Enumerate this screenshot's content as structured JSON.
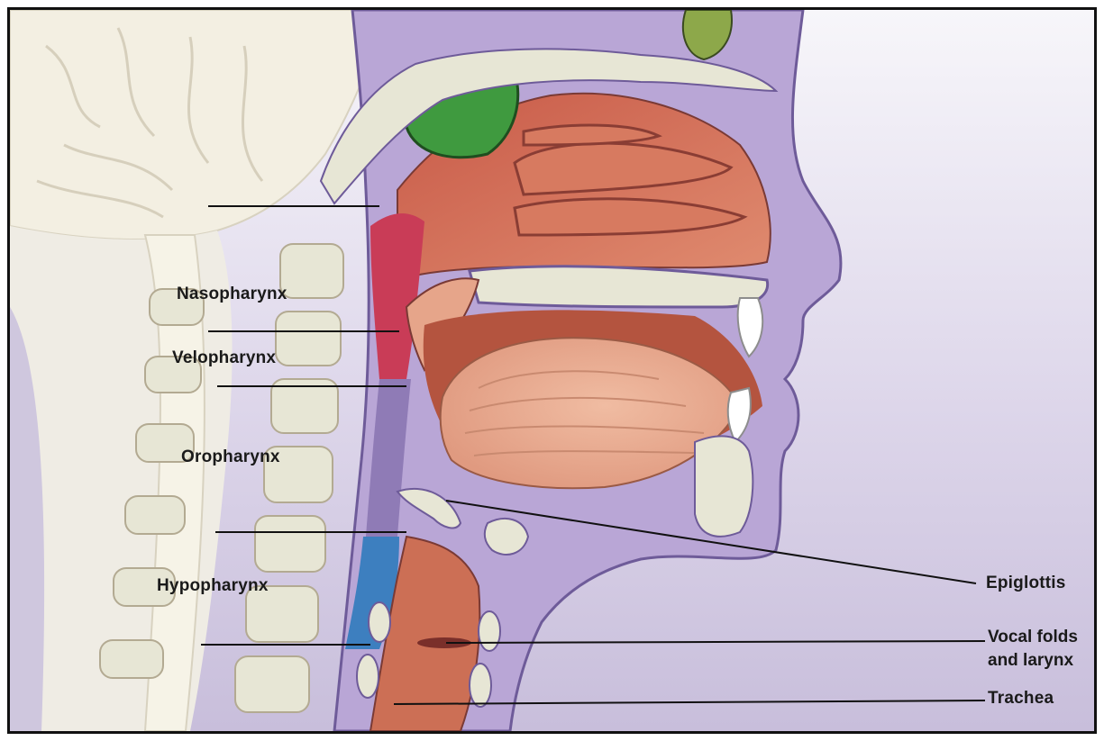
{
  "labels": {
    "nasopharynx": "Nasopharynx",
    "velopharynx": "Velopharynx",
    "oropharynx": "Oropharynx",
    "hypopharynx": "Hypopharynx",
    "epiglottis": "Epiglottis",
    "vocal_folds_line1": "Vocal folds",
    "vocal_folds_line2": "and larynx",
    "trachea": "Trachea"
  },
  "colors": {
    "background_light": "#f4f2f8",
    "background_lavender": "#c9bfdc",
    "skin_outline": "#b9a6d6",
    "soft_tissue": "#8f7bb6",
    "nasal_cavity": "#cf6e57",
    "bone": "#e7e6d5",
    "sinus_green": "#3f9a3f",
    "tongue": "#e8a78d",
    "nasopharynx_red": "#c93c57",
    "hypopharynx_blue": "#3d7fbf",
    "brain": "#f3efe2",
    "leader_line": "#111111"
  }
}
